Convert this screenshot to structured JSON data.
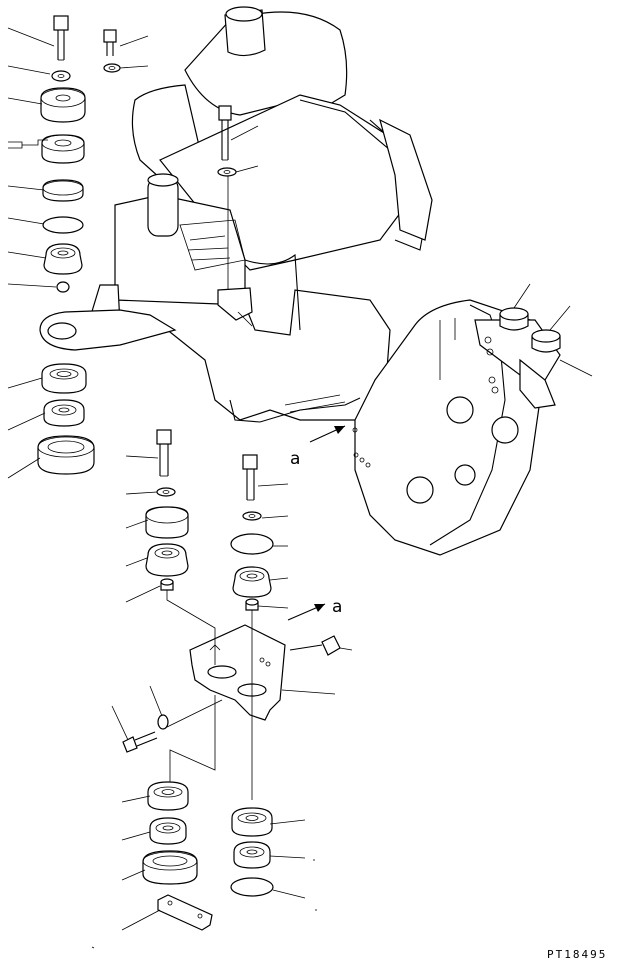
{
  "diagram": {
    "labels": {
      "view_ref_upper": "a",
      "view_ref_lower": "a"
    },
    "drawing_code": "PT18495"
  }
}
